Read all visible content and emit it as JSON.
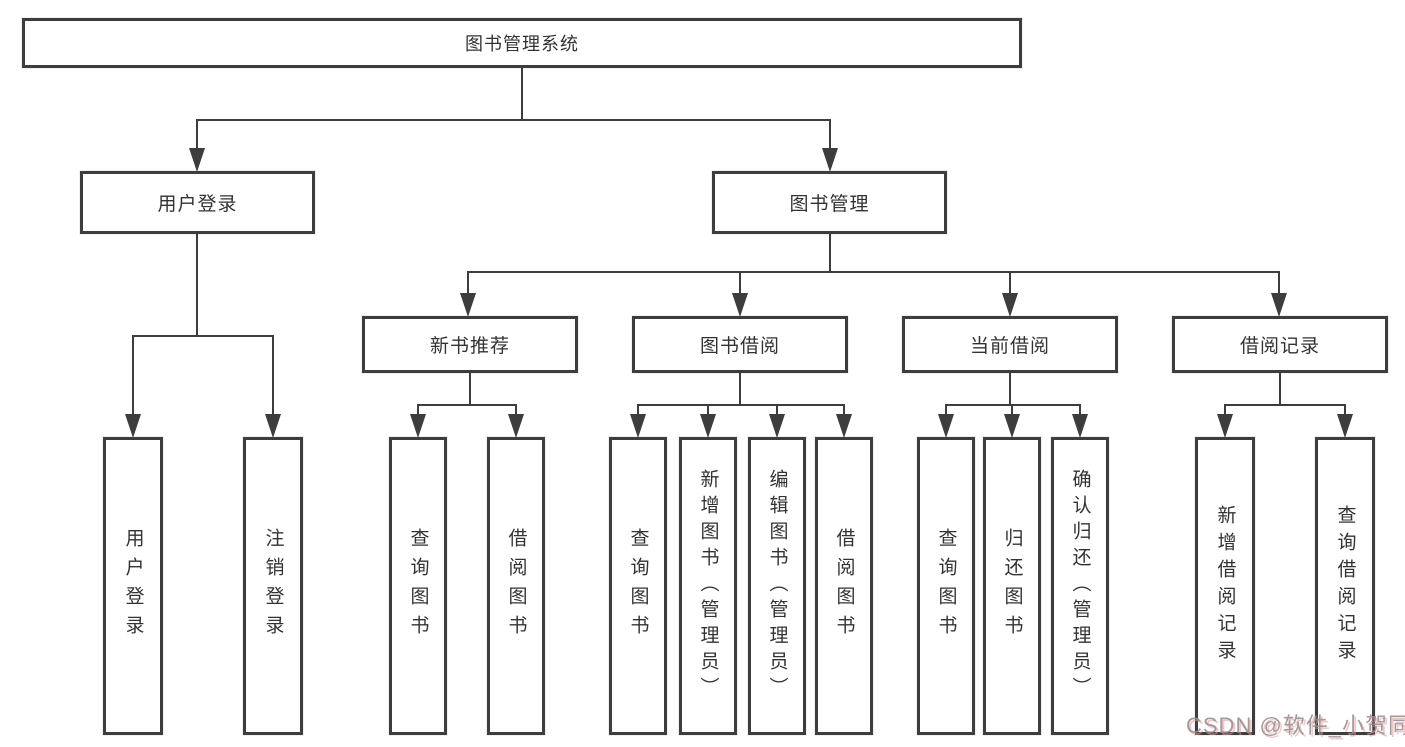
{
  "diagram": {
    "root": {
      "label": "图书管理系统"
    },
    "level2": [
      {
        "label": "用户登录"
      },
      {
        "label": "图书管理"
      }
    ],
    "categories": [
      {
        "label": "新书推荐"
      },
      {
        "label": "图书借阅"
      },
      {
        "label": "当前借阅"
      },
      {
        "label": "借阅记录"
      }
    ],
    "leaves": {
      "user_login": [
        "用户登录",
        "注销登录"
      ],
      "new_book": [
        "查询图书",
        "借阅图书"
      ],
      "borrow": [
        "查询图书",
        "新增图书（管理员）",
        "编辑图书（管理员）",
        "借阅图书"
      ],
      "current": [
        "查询图书",
        "归还图书",
        "确认归还（管理员）"
      ],
      "records": [
        "新增借阅记录",
        "查询借阅记录"
      ]
    }
  },
  "watermark": {
    "text": "CSDN @软件_小贺同学"
  },
  "colors": {
    "line": "#3d3d3d",
    "text": "#333333",
    "background": "#ffffff"
  }
}
